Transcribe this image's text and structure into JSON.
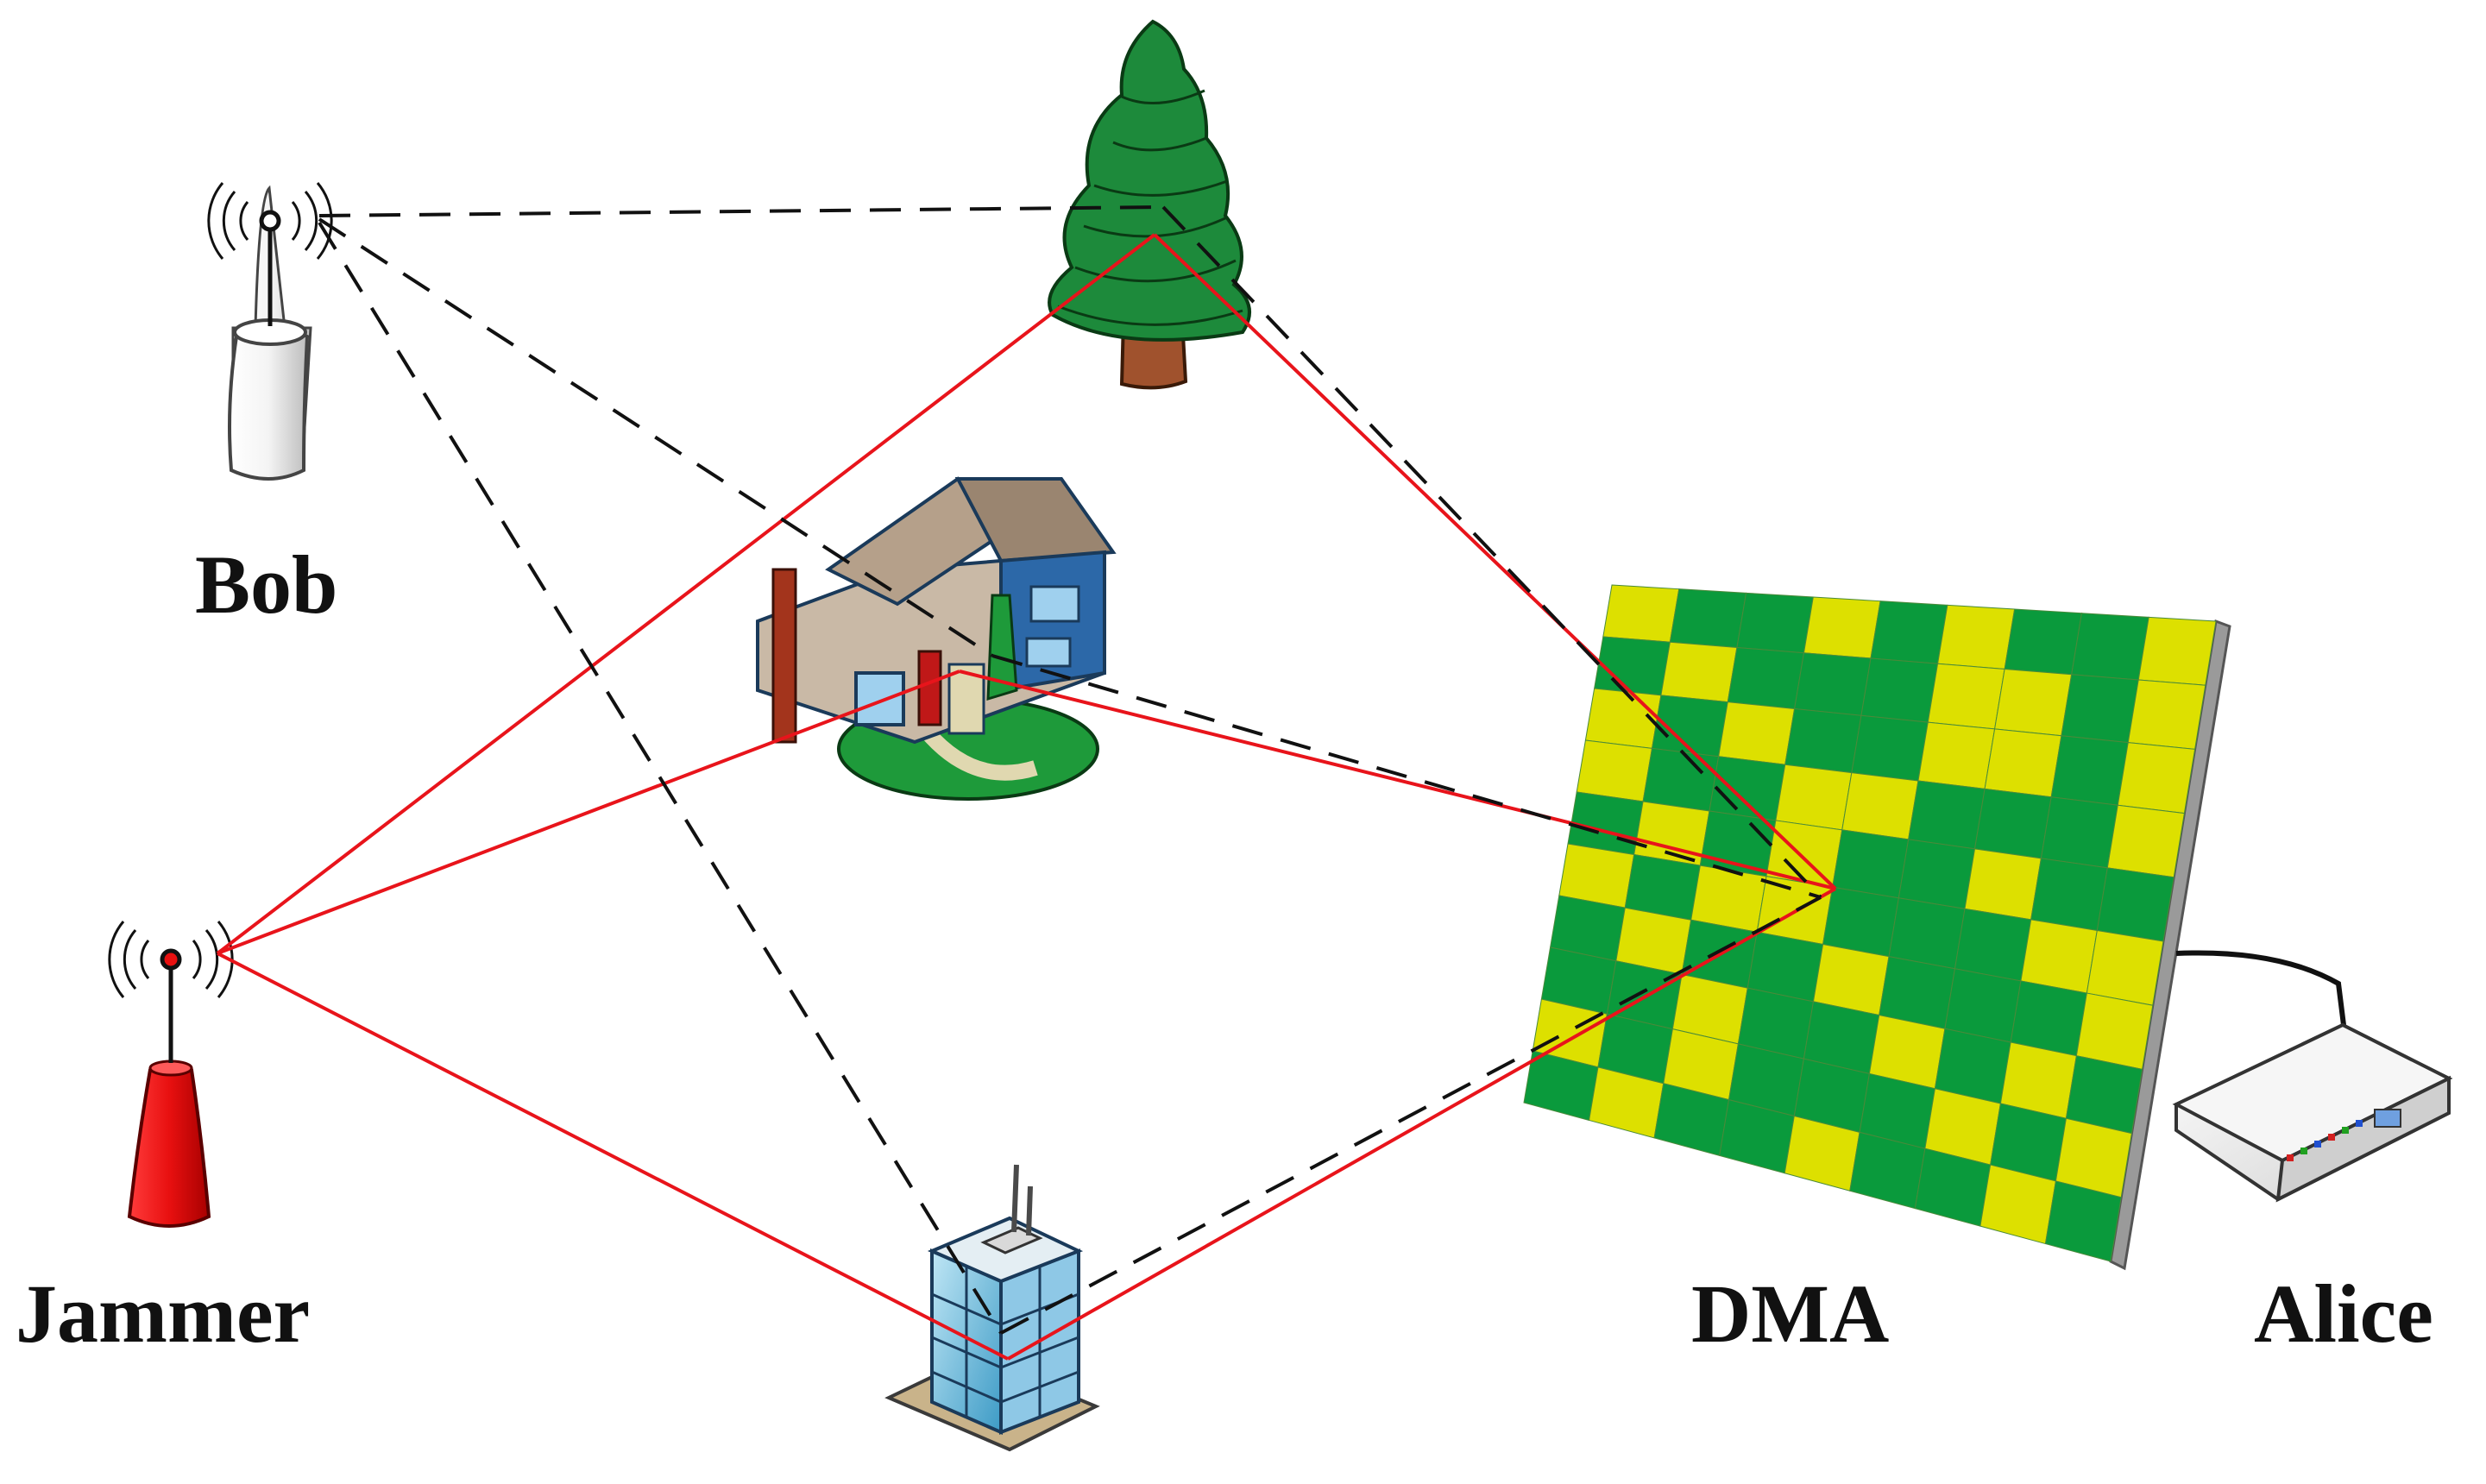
{
  "labels": {
    "bob": "Bob",
    "jammer": "Jammer",
    "dma": "DMA",
    "alice": "Alice"
  },
  "colors": {
    "jammer_link": "#e8141b",
    "bob_link": "#111111",
    "dma_green": "#0a9a3c",
    "dma_yellow": "#dde000",
    "jammer_antenna": "#e81010",
    "bob_antenna": "#f2f2f2"
  },
  "icons": {
    "bob": "antenna-icon",
    "jammer": "antenna-icon",
    "tree": "tree-icon",
    "house": "house-icon",
    "building": "office-building-icon",
    "dma": "metasurface-panel-icon",
    "alice": "router-device-icon"
  },
  "dma_pattern": [
    "YGGYGYGGY",
    "GYGGGYYGY",
    "YGYGGYYGY",
    "YGGYYGGGY",
    "GYGYGGYGG",
    "YGYYGGGYY",
    "GYGGYGGGY",
    "GGYGGYGYG",
    "YGYGGGYGY",
    "GYGGYGGYG"
  ]
}
